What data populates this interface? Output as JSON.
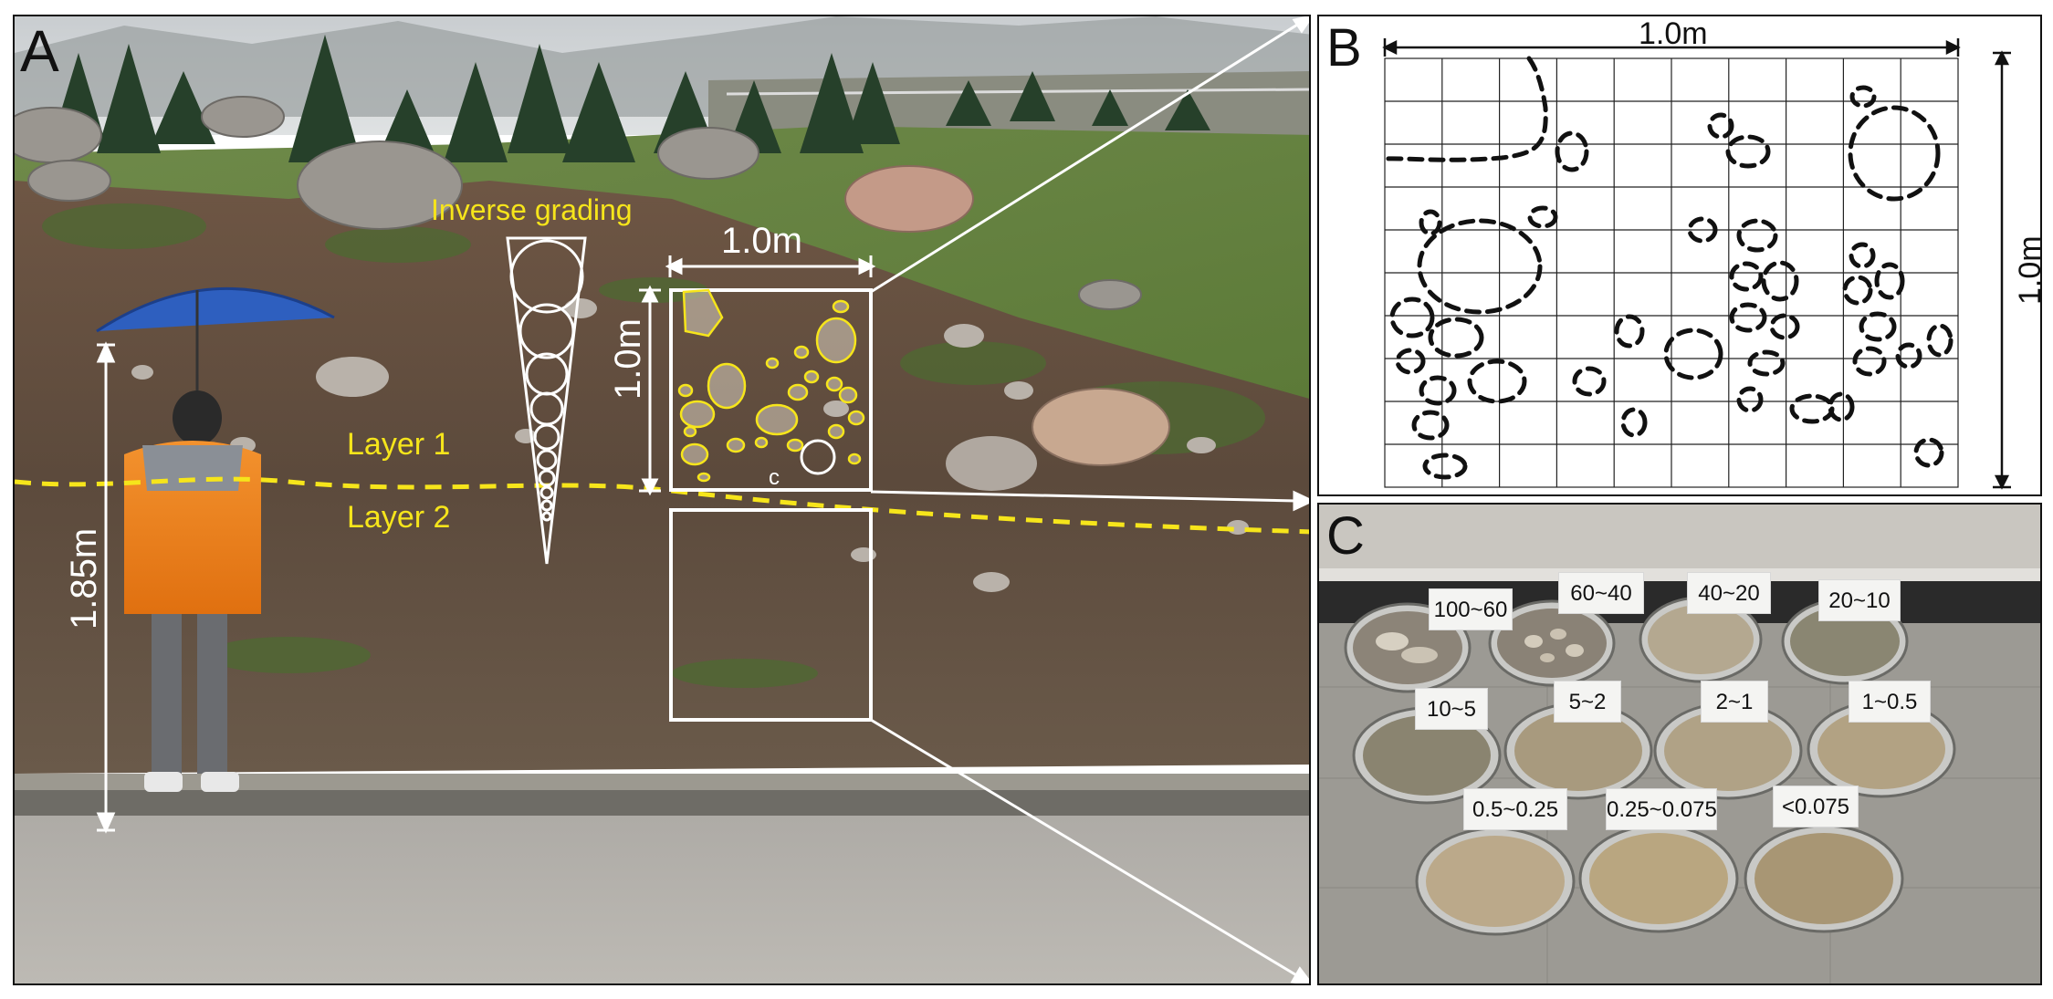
{
  "panels": {
    "a": {
      "letter": "A",
      "inverse_grading": "Inverse grading",
      "layer1": "Layer 1",
      "layer2": "Layer 2",
      "width_dim": "1.0m",
      "height_dim": "1.0m",
      "person_height": "1.85m",
      "circle_marker": "c"
    },
    "b": {
      "letter": "B",
      "width_dim": "1.0m",
      "height_dim": "1.0m"
    },
    "c": {
      "letter": "C",
      "sieve_labels": [
        "100~60",
        "60~40",
        "40~20",
        "20~10",
        "10~5",
        "5~2",
        "2~1",
        "1~0.5",
        "0.5~0.25",
        "0.25~0.075",
        "<0.075"
      ]
    }
  },
  "colors": {
    "annotation_yellow": "#f6e51b",
    "annotation_white": "#ffffff",
    "grid_line": "#222222",
    "background": "#ffffff"
  }
}
